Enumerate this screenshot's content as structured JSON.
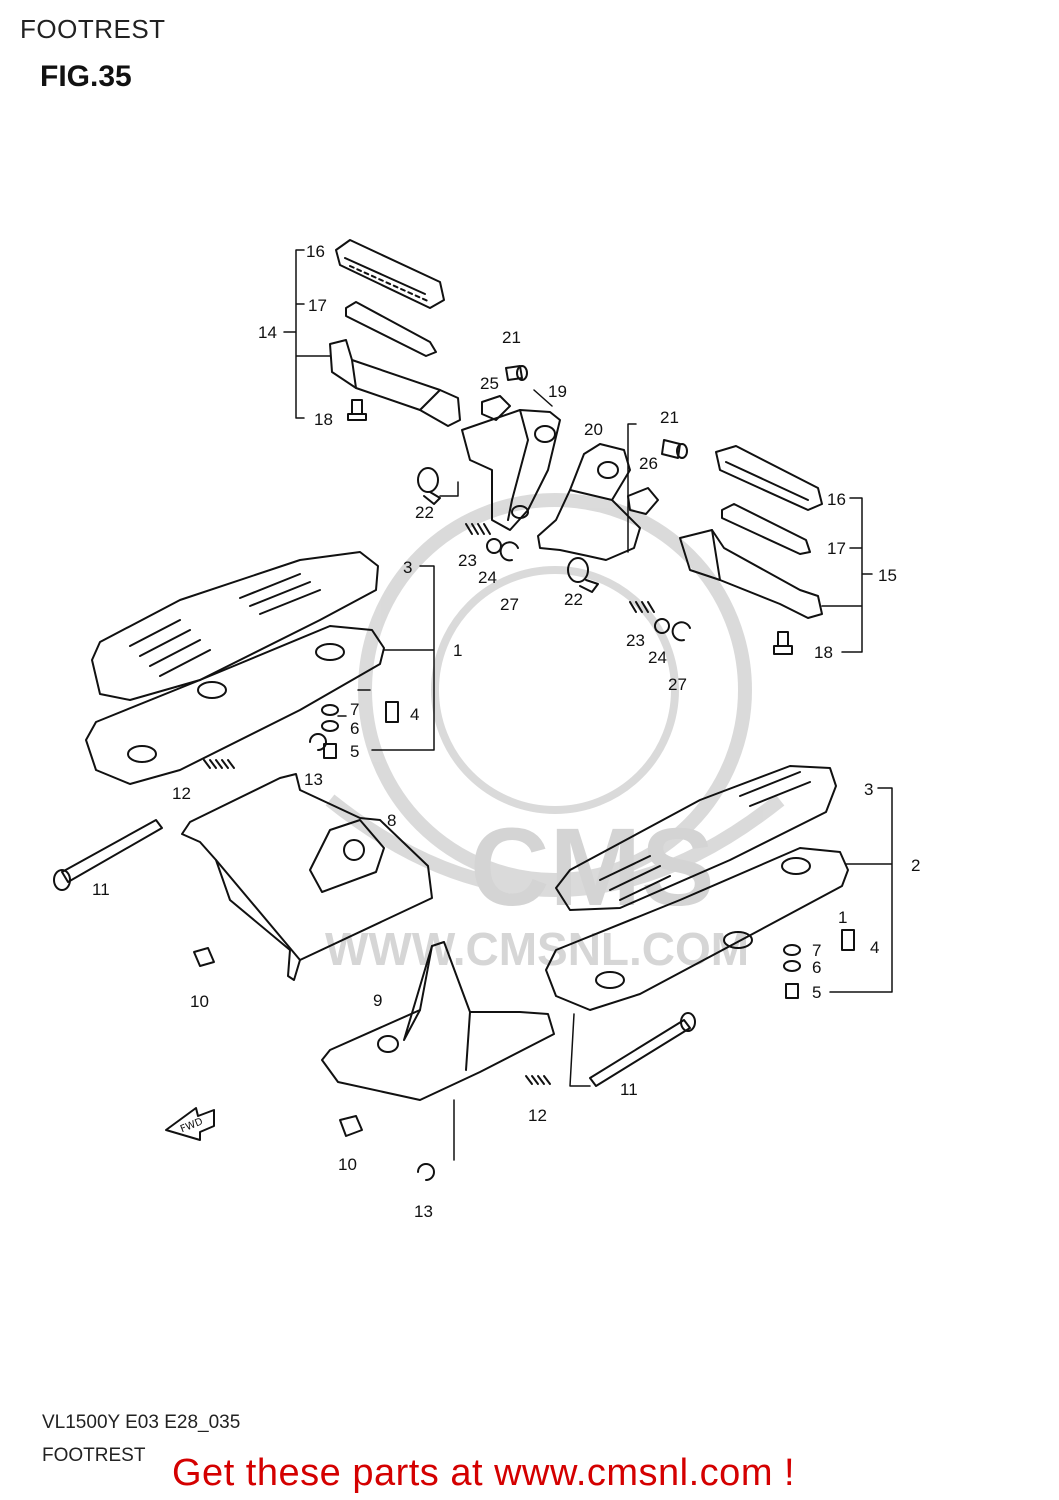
{
  "header": {
    "title": "FOOTREST",
    "figure": "FIG.35"
  },
  "watermark": {
    "brand": "CMS",
    "url": "WWW.CMSNL.COM"
  },
  "direction_arrow": {
    "label": "FWD"
  },
  "callouts": [
    {
      "id": "c16a",
      "label": "16"
    },
    {
      "id": "c17a",
      "label": "17"
    },
    {
      "id": "c14",
      "label": "14"
    },
    {
      "id": "c18a",
      "label": "18"
    },
    {
      "id": "c21a",
      "label": "21"
    },
    {
      "id": "c25",
      "label": "25"
    },
    {
      "id": "c19",
      "label": "19"
    },
    {
      "id": "c22a",
      "label": "22"
    },
    {
      "id": "c20",
      "label": "20"
    },
    {
      "id": "c21b",
      "label": "21"
    },
    {
      "id": "c26",
      "label": "26"
    },
    {
      "id": "c16b",
      "label": "16"
    },
    {
      "id": "c17b",
      "label": "17"
    },
    {
      "id": "c15",
      "label": "15"
    },
    {
      "id": "c23a",
      "label": "23"
    },
    {
      "id": "c24a",
      "label": "24"
    },
    {
      "id": "c27a",
      "label": "27"
    },
    {
      "id": "c22b",
      "label": "22"
    },
    {
      "id": "c23b",
      "label": "23"
    },
    {
      "id": "c24b",
      "label": "24"
    },
    {
      "id": "c27b",
      "label": "27"
    },
    {
      "id": "c18b",
      "label": "18"
    },
    {
      "id": "c3a",
      "label": "3"
    },
    {
      "id": "c1a",
      "label": "1"
    },
    {
      "id": "c7a",
      "label": "7"
    },
    {
      "id": "c4a",
      "label": "4"
    },
    {
      "id": "c6a",
      "label": "6"
    },
    {
      "id": "c5a",
      "label": "5"
    },
    {
      "id": "c13a",
      "label": "13"
    },
    {
      "id": "c12a",
      "label": "12"
    },
    {
      "id": "c8",
      "label": "8"
    },
    {
      "id": "c11a",
      "label": "11"
    },
    {
      "id": "c10a",
      "label": "10"
    },
    {
      "id": "c3b",
      "label": "3"
    },
    {
      "id": "c2",
      "label": "2"
    },
    {
      "id": "c1b",
      "label": "1"
    },
    {
      "id": "c7b",
      "label": "7"
    },
    {
      "id": "c4b",
      "label": "4"
    },
    {
      "id": "c6b",
      "label": "6"
    },
    {
      "id": "c5b",
      "label": "5"
    },
    {
      "id": "c9",
      "label": "9"
    },
    {
      "id": "c11b",
      "label": "11"
    },
    {
      "id": "c12b",
      "label": "12"
    },
    {
      "id": "c10b",
      "label": "10"
    },
    {
      "id": "c13b",
      "label": "13"
    }
  ],
  "footer": {
    "model_code": "VL1500Y E03 E28_035",
    "title": "FOOTREST",
    "promo": "Get these parts at www.cmsnl.com !"
  },
  "colors": {
    "line": "#111111",
    "watermark": "#cfcfcf",
    "promo": "#d40000"
  }
}
